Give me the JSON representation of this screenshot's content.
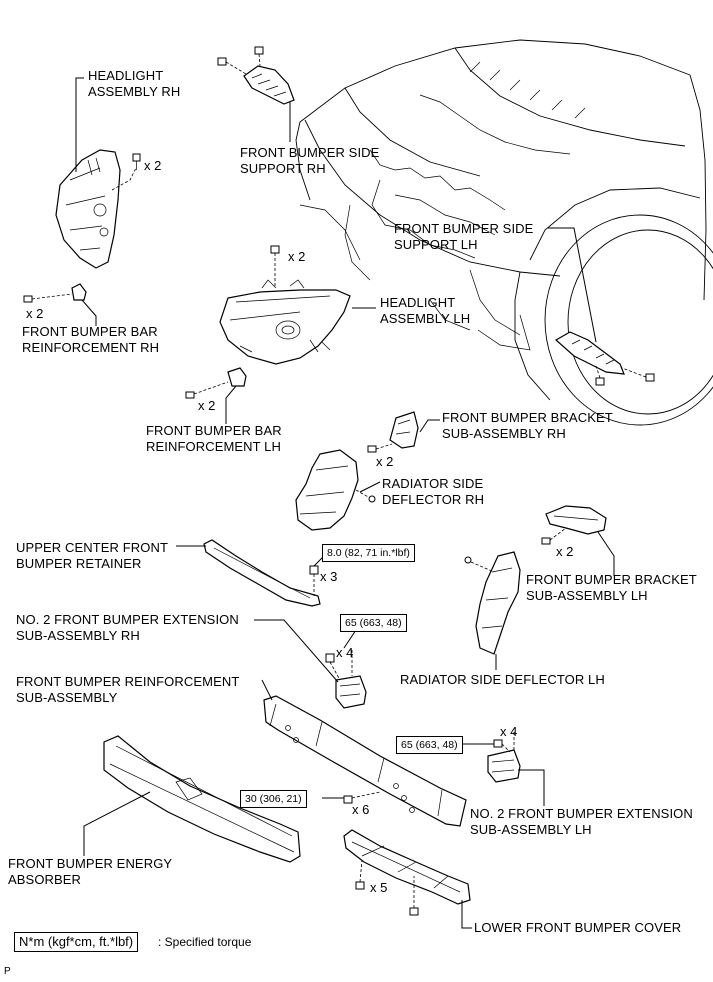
{
  "labels": {
    "headlight_rh": [
      "HEADLIGHT",
      "ASSEMBLY RH"
    ],
    "side_support_rh": [
      "FRONT BUMPER SIDE",
      "SUPPORT RH"
    ],
    "side_support_lh": [
      "FRONT BUMPER SIDE",
      "SUPPORT LH"
    ],
    "headlight_lh": [
      "HEADLIGHT",
      "ASSEMBLY LH"
    ],
    "bar_reinf_rh": [
      "FRONT BUMPER BAR",
      "REINFORCEMENT RH"
    ],
    "bar_reinf_lh": [
      "FRONT BUMPER BAR",
      "REINFORCEMENT LH"
    ],
    "bracket_rh": [
      "FRONT BUMPER BRACKET",
      "SUB-ASSEMBLY RH"
    ],
    "deflector_rh": [
      "RADIATOR SIDE",
      "DEFLECTOR RH"
    ],
    "upper_retainer": [
      "UPPER CENTER FRONT",
      "BUMPER RETAINER"
    ],
    "bracket_lh": [
      "FRONT BUMPER BRACKET",
      "SUB-ASSEMBLY LH"
    ],
    "extension_rh": [
      "NO. 2 FRONT BUMPER EXTENSION",
      "SUB-ASSEMBLY RH"
    ],
    "deflector_lh": [
      "RADIATOR SIDE DEFLECTOR LH"
    ],
    "reinforcement": [
      "FRONT BUMPER REINFORCEMENT",
      "SUB-ASSEMBLY"
    ],
    "extension_lh": [
      "NO. 2 FRONT BUMPER EXTENSION",
      "SUB-ASSEMBLY LH"
    ],
    "energy_absorber": [
      "FRONT BUMPER ENERGY",
      "ABSORBER"
    ],
    "lower_cover": [
      "LOWER FRONT BUMPER COVER"
    ]
  },
  "counts": {
    "headlight_rh_bolts": "x 2",
    "headlight_lh_bolts": "x 2",
    "bar_reinf_rh_bolts": "x 2",
    "bar_reinf_lh_bolts": "x 2",
    "bracket_rh_bolts": "x 2",
    "bracket_lh_bolts": "x 2",
    "retainer_bolts": "x 3",
    "extension_rh_bolts": "x 4",
    "extension_lh_bolts": "x 4",
    "reinforcement_nuts": "x 6",
    "lower_cover_clips": "x 5"
  },
  "torques": {
    "retainer": "8.0 (82, 71 in.*lbf)",
    "extension_rh": "65 (663, 48)",
    "extension_lh": "65 (663, 48)",
    "reinforcement": "30 (306, 21)"
  },
  "legend": {
    "unit": "N*m (kgf*cm, ft.*lbf)",
    "description": ": Specified torque"
  },
  "figure_code": "P"
}
